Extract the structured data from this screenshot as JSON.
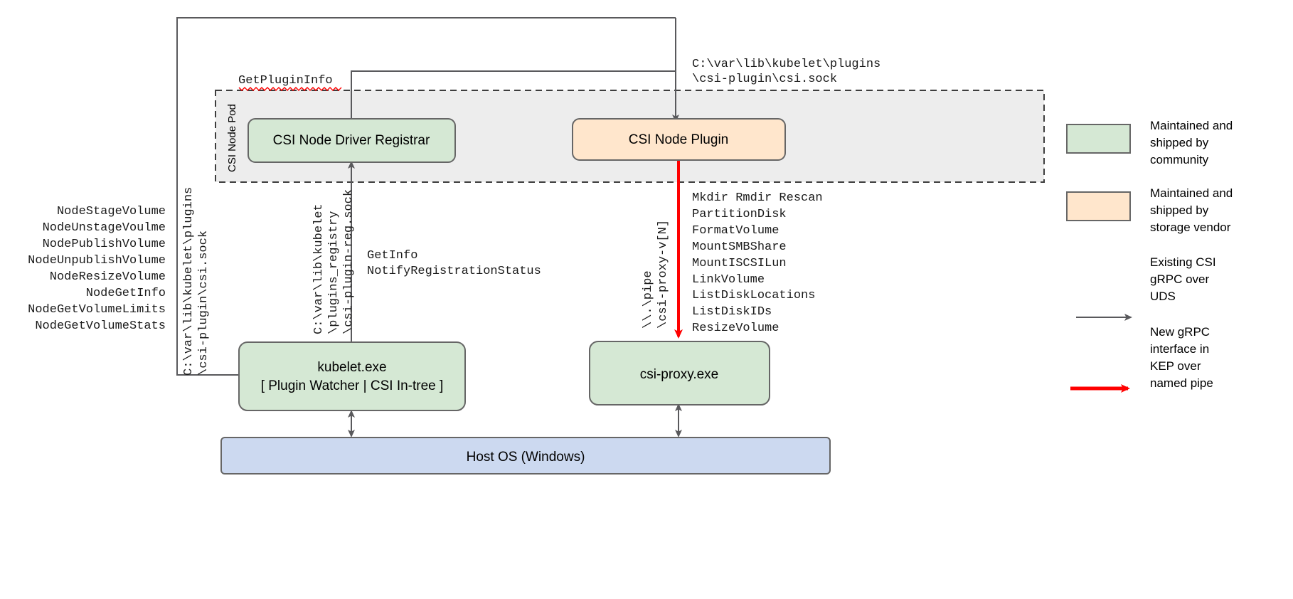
{
  "diagram": {
    "title": "CSI Node Pod architecture on Windows with csi-proxy",
    "pod": {
      "label": "CSI Node Pod"
    },
    "nodes": {
      "registrar": {
        "label": "CSI Node Driver Registrar",
        "fill": "#d5e8d4"
      },
      "node_plugin": {
        "label": "CSI Node Plugin",
        "fill": "#ffe6cc"
      },
      "kubelet": {
        "label_line1": "kubelet.exe",
        "label_line2": "[ Plugin Watcher | CSI In-tree ]",
        "fill": "#d5e8d4"
      },
      "csi_proxy": {
        "label": "csi-proxy.exe",
        "fill": "#d5e8d4"
      },
      "host_os": {
        "label": "Host OS (Windows)",
        "fill": "#ccd9f0"
      }
    },
    "labels": {
      "get_plugin_info": "GetPluginInfo",
      "plugin_socket_path": {
        "line1": "C:\\var\\lib\\kubelet\\plugins",
        "line2": "\\csi-plugin\\csi.sock"
      },
      "kubelet_to_plugin_socket": {
        "line1": "C:\\var\\lib\\kubelet\\plugins",
        "line2": "\\csi-plugin\\csi.sock"
      },
      "registry_socket": {
        "line1": "C:\\var\\lib\\kubelet",
        "line2": "\\plugins_registry",
        "line3": "\\csi-plugin-reg.sock"
      },
      "registrar_rpcs": {
        "line1": "GetInfo",
        "line2": "NotifyRegistrationStatus"
      },
      "named_pipe": {
        "line1": "\\\\.\\pipe",
        "line2": "\\csi-proxy-v[N]"
      }
    },
    "csi_node_rpcs": [
      "NodeStageVolume",
      "NodeUnstageVoulme",
      "NodePublishVolume",
      "NodeUnpublishVolume",
      "NodeResizeVolume",
      "NodeGetInfo",
      "NodeGetVolumeLimits",
      "NodeGetVolumeStats"
    ],
    "csi_proxy_apis": [
      "Mkdir Rmdir Rescan",
      "PartitionDisk",
      "FormatVolume",
      "MountSMBShare",
      "MountISCSILun",
      "LinkVolume",
      "ListDiskLocations",
      "ListDiskIDs",
      "ResizeVolume"
    ],
    "legend": [
      {
        "type": "swatch",
        "color": "#d5e8d4",
        "lines": [
          "Maintained and",
          "shipped by",
          "community"
        ]
      },
      {
        "type": "swatch",
        "color": "#ffe6cc",
        "lines": [
          "Maintained and",
          "shipped by",
          "storage vendor"
        ]
      },
      {
        "type": "arrow",
        "color": "#59595c",
        "lines": [
          "Existing CSI",
          "gRPC over",
          "UDS"
        ]
      },
      {
        "type": "arrow",
        "color": "#ff0000",
        "lines": [
          "New gRPC",
          "interface in",
          "KEP over",
          "named pipe"
        ]
      }
    ]
  }
}
